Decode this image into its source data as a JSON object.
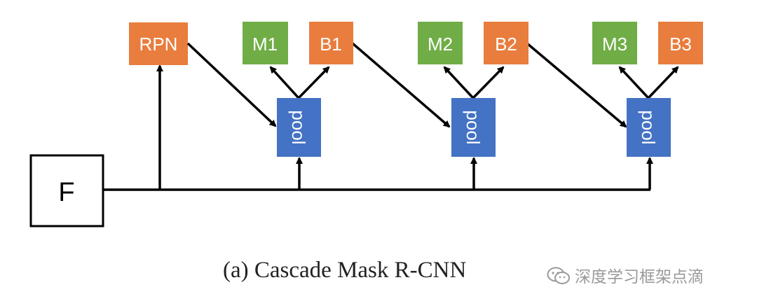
{
  "diagram": {
    "input_label": "F",
    "rpn_label": "RPN",
    "stages": [
      {
        "mask_label": "M1",
        "box_label": "B1",
        "pool_label": "pool"
      },
      {
        "mask_label": "M2",
        "box_label": "B2",
        "pool_label": "pool"
      },
      {
        "mask_label": "M3",
        "box_label": "B3",
        "pool_label": "pool"
      }
    ],
    "colors": {
      "box_head": "#e87d3e",
      "mask_head": "#70ad47",
      "pool": "#4472c4",
      "line": "#000000"
    }
  },
  "caption": "(a) Cascade Mask R-CNN",
  "watermark": {
    "text": "深度学习框架点滴",
    "icon": "wechat-icon"
  }
}
